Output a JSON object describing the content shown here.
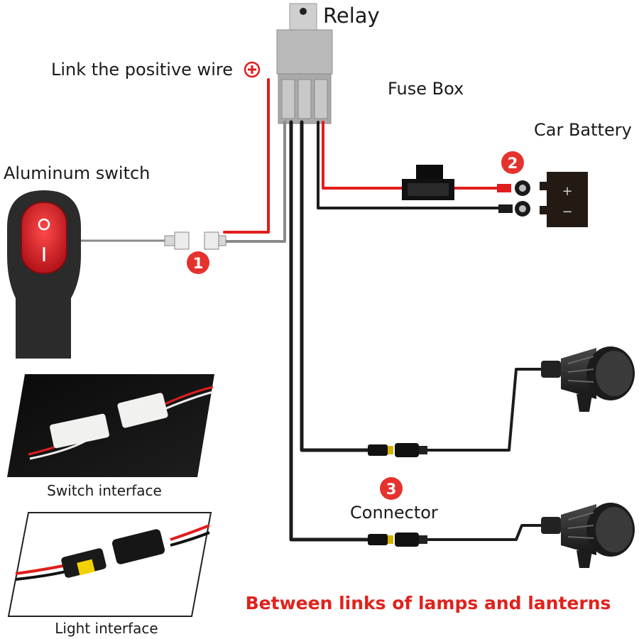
{
  "labels": {
    "relay": "Relay",
    "positive_wire": "Link the positive wire",
    "fuse_box": "Fuse Box",
    "car_battery": "Car Battery",
    "aluminum_switch": "Aluminum switch",
    "connector": "Connector",
    "switch_interface": "Switch interface",
    "light_interface": "Light interface",
    "footer": "Between links of lamps and lanterns"
  },
  "badges": [
    "1",
    "2",
    "3"
  ],
  "battery": {
    "plus": "+",
    "minus": "−"
  },
  "colors": {
    "wire_red": "#e11d1d",
    "wire_black": "#1c1c1c",
    "wire_gray": "#8a8a8a",
    "badge_red": "#e5322d",
    "footer_red": "#e0221d",
    "switch_body": "#2b2b2b",
    "switch_rocker": "#d9242a"
  },
  "icons": [
    "plus-circle-icon",
    "relay-icon",
    "fuse-icon",
    "battery-icon",
    "toggle-switch-icon",
    "fog-lamp-icon",
    "connector-icon"
  ]
}
